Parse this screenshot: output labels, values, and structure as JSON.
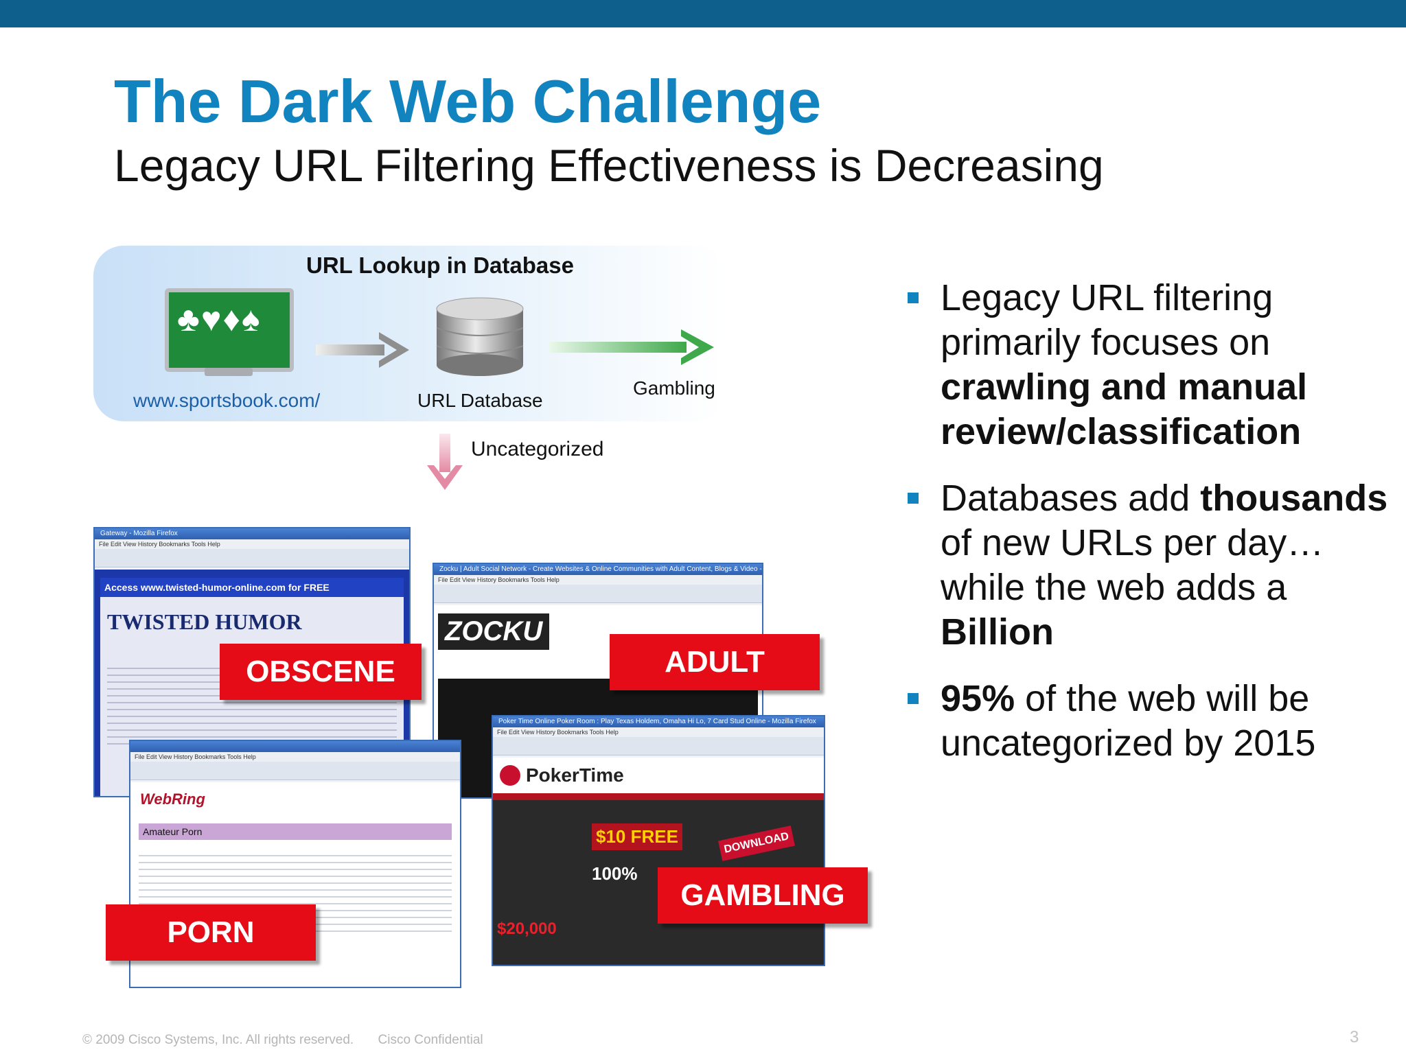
{
  "slide": {
    "title": "The Dark Web Challenge",
    "subtitle": "Legacy URL Filtering Effectiveness is Decreasing",
    "page_number": "3",
    "brand_color": "#0e5f8c",
    "title_color": "#1184c0"
  },
  "lookup": {
    "title": "URL Lookup in Database",
    "site_url": "www.sportsbook.com/",
    "db_label": "URL Database",
    "result_label": "Gambling",
    "uncategorized_label": "Uncategorized",
    "icons": [
      "monitor-cards-icon",
      "database-icon",
      "gray-arrow-icon",
      "green-arrow-icon",
      "pink-arrow-icon"
    ]
  },
  "screenshots": {
    "obscene": {
      "window_title": "Gateway - Mozilla Firefox",
      "access_text": "Access www.twisted-humor-online.com for FREE",
      "brand": "TWISTED HUMOR",
      "label": "OBSCENE"
    },
    "adult": {
      "window_title": "Zocku | Adult Social Network - Create Websites & Online Communities with Adult Content, Blogs & Video - Mozilla Firefox",
      "brand": "ZOCKU",
      "label": "ADULT"
    },
    "porn": {
      "brand": "WebRing",
      "heading": "Amateur Porn",
      "label": "PORN"
    },
    "gambling": {
      "window_title": "Poker Time Online Poker Room : Play Texas Holdem, Omaha Hi Lo, 7 Card Stud Online - Mozilla Firefox",
      "brand": "PokerTime",
      "promo1": "$10 FREE",
      "promo2": "100%",
      "promo3": "$20,000",
      "download": "DOWNLOAD",
      "label": "GAMBLING"
    }
  },
  "bullets": [
    {
      "parts": [
        {
          "text": "Legacy URL filtering primarily focuses on ",
          "bold": false
        },
        {
          "text": "crawling and manual review/classification",
          "bold": true
        }
      ]
    },
    {
      "parts": [
        {
          "text": "Databases add ",
          "bold": false
        },
        {
          "text": "thousands",
          "bold": true
        },
        {
          "text": " of new URLs per day…while the web adds a ",
          "bold": false
        },
        {
          "text": "Billion",
          "bold": true
        }
      ]
    },
    {
      "parts": [
        {
          "text": "95%",
          "bold": true
        },
        {
          "text": " of the web will be uncategorized by 2015",
          "bold": false
        }
      ]
    }
  ],
  "footer": {
    "copyright": "© 2009 Cisco Systems, Inc. All rights reserved.",
    "confidential": "Cisco Confidential"
  }
}
